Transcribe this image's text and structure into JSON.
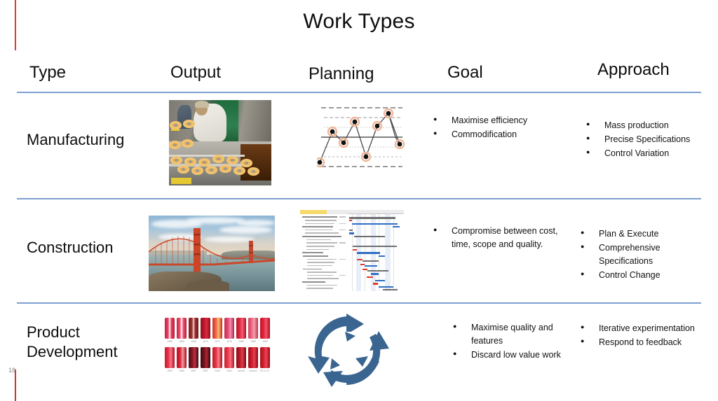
{
  "slide": {
    "title": "Work Types",
    "number": "18",
    "accent_color": "#e03a32",
    "rule_color": "#7d9fd0"
  },
  "columns": [
    {
      "key": "type",
      "label": "Type"
    },
    {
      "key": "output",
      "label": "Output"
    },
    {
      "key": "planning",
      "label": "Planning"
    },
    {
      "key": "goal",
      "label": "Goal"
    },
    {
      "key": "approach",
      "label": "Approach"
    }
  ],
  "rows": [
    {
      "type": "Manufacturing",
      "output_image": "donut-production-line-photo",
      "planning_image": "statistical-control-chart",
      "goal": [
        "Maximise efficiency",
        "Commodification"
      ],
      "approach": [
        "Mass production",
        "Precise Specifications",
        "Control Variation"
      ]
    },
    {
      "type": "Construction",
      "output_image": "golden-gate-bridge-photo",
      "planning_image": "gantt-chart",
      "goal": [
        "Compromise between cost, time, scope and quality."
      ],
      "approach": [
        "Plan & Execute",
        "Comprehensive Specifications",
        "Control Change"
      ]
    },
    {
      "type": "Product Development",
      "output_image": "coca-cola-can-history-grid",
      "planning_image": "iterative-cycle-arrows",
      "goal": [
        "Maximise quality and features",
        "Discard low value work"
      ],
      "approach": [
        "Iterative experimentation",
        "Respond to feedback"
      ]
    }
  ],
  "can_years": [
    "1955",
    "1963",
    "1966",
    "1970",
    "1971",
    "1976",
    "1985",
    "1989",
    "1993",
    "1994",
    "1996",
    "1997",
    "1997",
    "2000",
    "2002",
    "current",
    "current",
    "'09 & '10"
  ],
  "colors": {
    "cycle_blue": "#3a6590",
    "donut": "#e9b053",
    "bridge_red": "#c8422a",
    "gantt_header_yellow": "#f5d96a",
    "control_point_halo": "#f6c3a8"
  }
}
